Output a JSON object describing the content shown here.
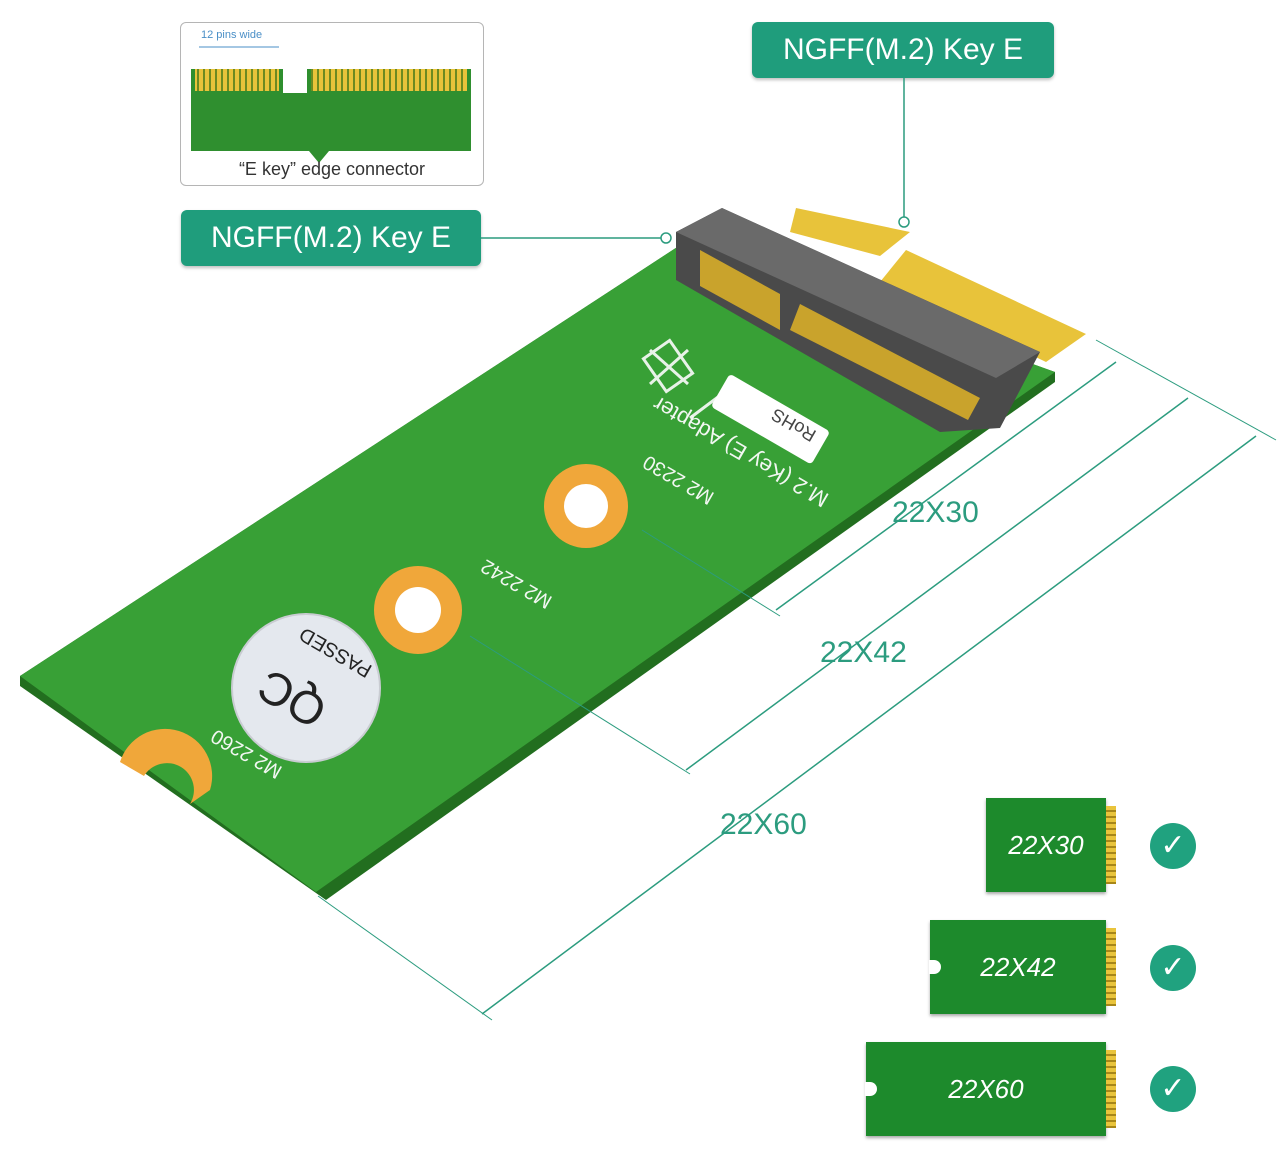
{
  "inset": {
    "pins_label": "12 pins wide",
    "caption": "“E key”  edge connector"
  },
  "callouts": {
    "top_right": "NGFF(M.2) Key E",
    "left": "NGFF(M.2) Key E"
  },
  "board": {
    "title": "M.2 (Key E) Adapter",
    "m2_2230": "M2  2230",
    "m2_2242": "M2  2242",
    "m2_2260": "M2  2260",
    "rohs": "RoHS",
    "qc_big": "QC",
    "qc_small": "PASSED"
  },
  "dimensions": {
    "d1": "22X30",
    "d2": "22X42",
    "d3": "22X60"
  },
  "compat": [
    {
      "label": "22X30",
      "status": "✓"
    },
    {
      "label": "22X42",
      "status": "✓"
    },
    {
      "label": "22X60",
      "status": "✓"
    }
  ],
  "colors": {
    "accent": "#1f9d7c",
    "board": "#3aa23a",
    "gold": "#e8c33a"
  }
}
